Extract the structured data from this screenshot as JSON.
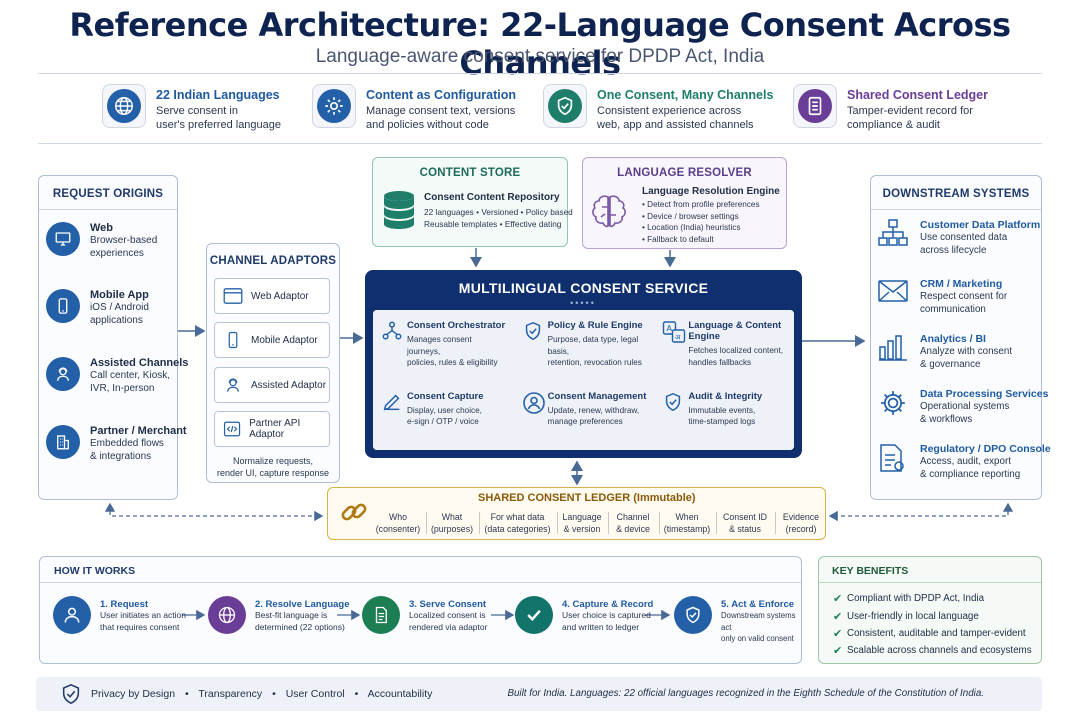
{
  "header": {
    "title": "Reference Architecture: 22-Language Consent Across Channels",
    "subtitle": "Language-aware consent service for DPDP Act, India"
  },
  "features": [
    {
      "title": "22 Indian Languages",
      "desc1": "Serve consent in",
      "desc2": "user's preferred language",
      "icon": "globe-icon",
      "color": "#2360a8"
    },
    {
      "title": "Content as Configuration",
      "desc1": "Manage consent text, versions",
      "desc2": "and policies without code",
      "icon": "gear-icon",
      "color": "#2360a8"
    },
    {
      "title": "One Consent, Many Channels",
      "desc1": "Consistent experience across",
      "desc2": "web, app and assisted channels",
      "icon": "shield-check-icon",
      "color": "#1e7e6a"
    },
    {
      "title": "Shared Consent Ledger",
      "desc1": "Tamper-evident record for",
      "desc2": "compliance & audit",
      "icon": "ledger-icon",
      "color": "#6a3d97"
    }
  ],
  "origins": {
    "heading": "REQUEST ORIGINS",
    "items": [
      {
        "title": "Web",
        "d1": "Browser-based",
        "d2": "experiences",
        "d3": "",
        "icon": "monitor-icon"
      },
      {
        "title": "Mobile App",
        "d1": "iOS / Android",
        "d2": "applications",
        "d3": "",
        "icon": "phone-icon"
      },
      {
        "title": "Assisted Channels",
        "d1": "Call center, Kiosk,",
        "d2": "IVR, In-person",
        "d3": "",
        "icon": "agent-icon"
      },
      {
        "title": "Partner / Merchant",
        "d1": "Embedded flows",
        "d2": "& integrations",
        "d3": "",
        "icon": "building-icon"
      }
    ]
  },
  "adaptors": {
    "heading": "CHANNEL ADAPTORS",
    "items": [
      "Web Adaptor",
      "Mobile Adaptor",
      "Assisted Adaptor",
      "Partner API Adaptor"
    ],
    "note1": "Normalize requests,",
    "note2": "render UI, capture response"
  },
  "content_store": {
    "heading": "CONTENT STORE",
    "title": "Consent Content Repository",
    "line1": "22 languages • Versioned • Policy based",
    "line2": "Reusable templates • Effective dating"
  },
  "resolver": {
    "heading": "LANGUAGE RESOLVER",
    "title": "Language Resolution Engine",
    "lines": [
      "Detect from profile preferences",
      "Device / browser settings",
      "Location (India) heuristics",
      "Fallback to default"
    ]
  },
  "core": {
    "title": "MULTILINGUAL CONSENT SERVICE",
    "cells": [
      {
        "title": "Consent Orchestrator",
        "d1": "Manages consent journeys,",
        "d2": "policies, rules & eligibility",
        "icon": "network-icon"
      },
      {
        "title": "Policy & Rule Engine",
        "d1": "Purpose, data type, legal basis,",
        "d2": "retention, revocation rules",
        "icon": "shield-check-icon"
      },
      {
        "title": "Language & Content Engine",
        "d1": "Fetches localized content,",
        "d2": "handles fallbacks",
        "icon": "translate-icon"
      },
      {
        "title": "Consent Capture",
        "d1": "Display, user choice,",
        "d2": "e-sign / OTP / voice",
        "icon": "pen-icon"
      },
      {
        "title": "Consent Management",
        "d1": "Update, renew, withdraw,",
        "d2": "manage preferences",
        "icon": "user-gear-icon"
      },
      {
        "title": "Audit & Integrity",
        "d1": "Immutable events,",
        "d2": "time-stamped logs",
        "icon": "shield-check-icon"
      }
    ]
  },
  "downstream": {
    "heading": "DOWNSTREAM SYSTEMS",
    "items": [
      {
        "title": "Customer Data Platform",
        "d1": "Use consented data",
        "d2": "across lifecycle",
        "icon": "nodes-icon"
      },
      {
        "title": "CRM / Marketing",
        "d1": "Respect consent for",
        "d2": "communication",
        "icon": "mail-icon"
      },
      {
        "title": "Analytics / BI",
        "d1": "Analyze with consent",
        "d2": "& governance",
        "icon": "bar-chart-icon"
      },
      {
        "title": "Data Processing Services",
        "d1": "Operational systems",
        "d2": "& workflows",
        "icon": "gear-icon"
      },
      {
        "title": "Regulatory / DPO Console",
        "d1": "Access, audit, export",
        "d2": "& compliance reporting",
        "icon": "report-icon"
      }
    ]
  },
  "ledger": {
    "title": "SHARED CONSENT LEDGER (Immutable)",
    "columns": [
      {
        "a": "Who",
        "b": "(consenter)"
      },
      {
        "a": "What",
        "b": "(purposes)"
      },
      {
        "a": "For what data",
        "b": "(data categories)"
      },
      {
        "a": "Language",
        "b": "& version"
      },
      {
        "a": "Channel",
        "b": "& device"
      },
      {
        "a": "When",
        "b": "(timestamp)"
      },
      {
        "a": "Consent ID",
        "b": "& status"
      },
      {
        "a": "Evidence",
        "b": "(record)"
      }
    ]
  },
  "how": {
    "heading": "HOW IT WORKS",
    "steps": [
      {
        "title": "1. Request",
        "d1": "User initiates an action",
        "d2": "that requires consent",
        "color": "#2360a8",
        "icon": "user-icon"
      },
      {
        "title": "2. Resolve Language",
        "d1": "Best-fit language is",
        "d2": "determined (22 options)",
        "color": "#6a3d97",
        "icon": "globe-icon"
      },
      {
        "title": "3. Serve Consent",
        "d1": "Localized consent is",
        "d2": "rendered via adaptor",
        "color": "#1e7e53",
        "icon": "document-icon"
      },
      {
        "title": "4. Capture & Record",
        "d1": "User choice is captured",
        "d2": "and written to ledger",
        "color": "#11736a",
        "icon": "check-icon"
      },
      {
        "title": "5. Act & Enforce",
        "d1": "Downstream systems act",
        "d2": "only on valid consent",
        "color": "#2360a8",
        "icon": "shield-check-icon"
      }
    ]
  },
  "benefits": {
    "heading": "KEY BENEFITS",
    "items": [
      "Compliant with DPDP Act, India",
      "User-friendly in local language",
      "Consistent, auditable and tamper-evident",
      "Scalable across channels and ecosystems"
    ]
  },
  "footer": {
    "principles": [
      "Privacy by Design",
      "Transparency",
      "User Control",
      "Accountability"
    ],
    "note": "Built for India. Languages: 22 official languages recognized in the Eighth Schedule of the Constitution of India."
  }
}
